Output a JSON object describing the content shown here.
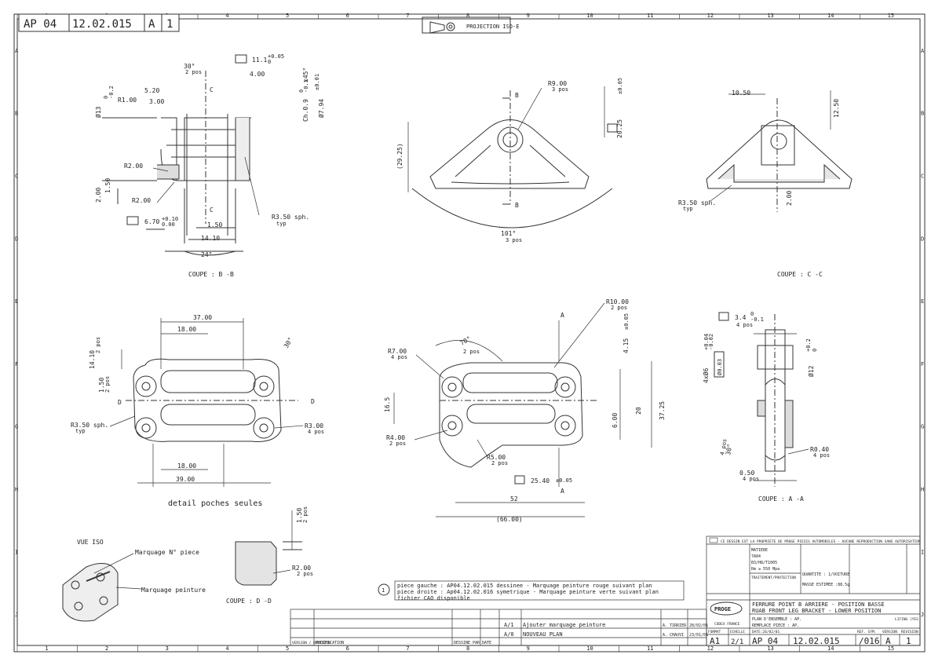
{
  "header": {
    "cells": [
      "AP 04",
      "12.02.015",
      "A",
      "1"
    ],
    "projection": "PROJECTION ISO-E"
  },
  "border": {
    "top_numbers": [
      "1",
      "2",
      "3",
      "4",
      "5",
      "6",
      "7",
      "8",
      "9",
      "10",
      "11",
      "12",
      "13",
      "14",
      "15"
    ],
    "side_letters": [
      "A",
      "B",
      "C",
      "D",
      "E",
      "F",
      "G",
      "H",
      "I",
      "J"
    ]
  },
  "views": {
    "bb": {
      "label": "COUPE : B -B",
      "dims": [
        "30°",
        "2 pos",
        "11.1",
        "+0.05",
        "0",
        "4.00",
        "Ø13",
        "0",
        "-0.2",
        "5.20",
        "R1.00",
        "3.00",
        "Ch.0.9",
        "0",
        "-0.1",
        "x45°",
        "Ø7.94",
        "±0.01",
        "C",
        "R2.00",
        "2.00",
        "1.50",
        "R2.00",
        "6.70",
        "+0.10",
        "0.00",
        "C",
        "1.50",
        "R3.50 sph.",
        "typ",
        "14.10",
        "24°"
      ]
    },
    "top": {
      "dims": [
        "R9.00",
        "3 pos",
        "B",
        "B",
        "20.25",
        "±0.05",
        "(29.25)",
        "101°",
        "3 pos"
      ]
    },
    "cc": {
      "label": "COUPE : C -C",
      "dims": [
        "10.50",
        "12.50",
        "R3.50 sph.",
        "typ",
        "2.00"
      ]
    },
    "detail": {
      "label": "detail poches seules",
      "dims": [
        "37.00",
        "18.00",
        "14.10",
        "2 pos",
        "1.50",
        "2 pos",
        "30°",
        "D",
        "D",
        "R3.50 sph.",
        "typ",
        "R3.00",
        "4 pos",
        "18.00",
        "39.00"
      ]
    },
    "plan": {
      "dims": [
        "R10.00",
        "2 pos",
        "A",
        "70°",
        "2 pos",
        "R7.00",
        "4 pos",
        "4.15",
        "±0.05",
        "16.5",
        "20",
        "6.00",
        "37.25",
        "R4.00",
        "2 pos",
        "R5.00",
        "2 pos",
        "25.40",
        "±0.05",
        "A",
        "52",
        "(66.00)"
      ]
    },
    "aa": {
      "label": "COUPE : A -A",
      "dims": [
        "3.4",
        "0",
        "-0.1",
        "4 pos",
        "4xØ6",
        "+0.04",
        "-0.02",
        "Ø0.03",
        "Ø12",
        "+0.2",
        "0",
        "30°",
        "4 pos",
        "R0.40",
        "4 pos",
        "0.50",
        "4 pos"
      ]
    },
    "dd": {
      "label": "COUPE : D -D",
      "dims": [
        "1.50",
        "2 pos",
        "R2.00",
        "2 pos"
      ]
    },
    "iso": {
      "label": "VUE ISO",
      "callouts": [
        "Marquage N° piece",
        "Marquage peinture"
      ]
    }
  },
  "note": {
    "marker": "1",
    "lines": [
      "piece gauche : AP04.12.02.015 dessinee   - Marquage peinture rouge suivant plan",
      "piece droite : Ap04.12.02.016 symetrique - Marquage peinture verte suivant plan",
      "fichier CAO disponible"
    ]
  },
  "title_block": {
    "top_note": "CE DESSIN EST LA PROPRIETE DE PROGE PIECES AUTOMOBILES - AUCUNE REPRODUCTION SANS AUTORISATION",
    "material_label": "MATIERE",
    "material": "7A04",
    "spec": "B3/H8/T1005",
    "strength": "Rm ≥ 550 Mpa",
    "treatment": "TRAITEMENT/PROTECTION",
    "quantity": "QUANTITE : 1/VOITURE",
    "mass": "MASSE ESTIMEE :88.5g",
    "logo": "PROGE",
    "company": "CODEX FRANCE",
    "title1": "FERRURE POINT B ARRIERE - POSITION BASSE",
    "title2": "RUAB FRONT LEG BRACKET - LOWER POSITION",
    "plan_ensemble": "PLAN D'ENSEMBLE : AP.",
    "remplace": "REMPLACE PIECE : AP.",
    "format_label": "FORMAT",
    "format": "A1",
    "echelle_label": "ECHELLE",
    "echelle": "2/1",
    "date": "DATE:26/02/01",
    "number_cells": [
      "AP 04",
      "12.02.015",
      "/016",
      "A",
      "1"
    ],
    "ref_label": "REF. SYM.",
    "version_label": "VERSION",
    "revision_label": "REVISION",
    "lifing": "LIFING (YES"
  },
  "revisions": {
    "rows": [
      {
        "rev": "A/1",
        "desc": "Ajouter marquage peinture",
        "by": "A. TIRRIER",
        "date": "28/02/01"
      },
      {
        "rev": "A/0",
        "desc": "NOUVEAU PLAN",
        "by": "A. CHAUVI",
        "date": "23/01/01"
      }
    ],
    "labels": [
      "VERSION / REVISION",
      "MODIFICATION",
      "DESSINE PAR",
      "DATE"
    ]
  }
}
